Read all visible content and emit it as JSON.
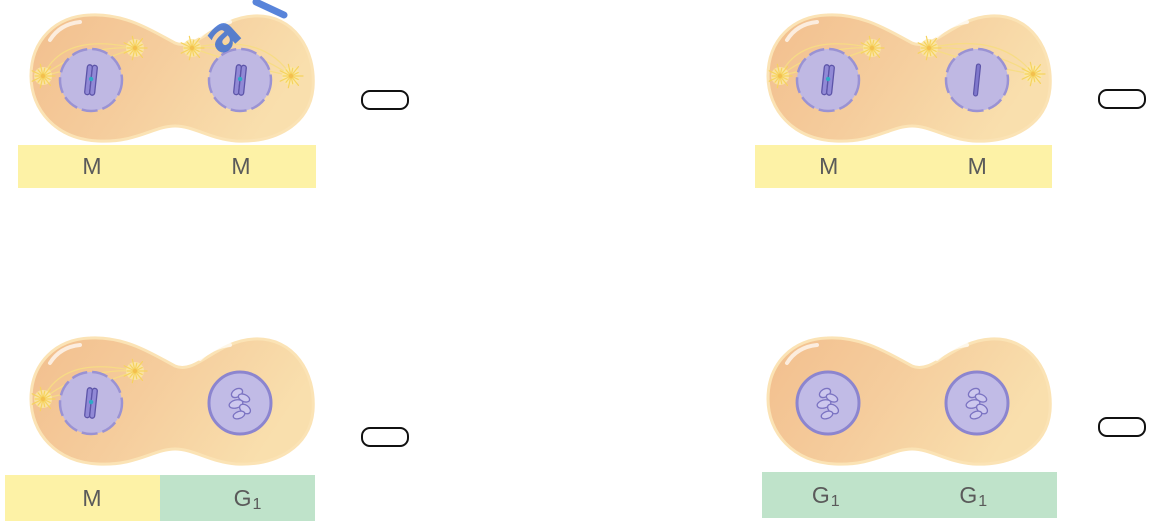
{
  "watermark": {
    "text": "a"
  },
  "colors": {
    "m_phase": "#fdf2a6",
    "g1_phase": "#bfe3ca"
  },
  "panels": [
    {
      "labels": [
        {
          "text": "M",
          "sub": ""
        },
        {
          "text": "M",
          "sub": ""
        }
      ],
      "colors": [
        "#fdf2a6",
        "#fdf2a6"
      ]
    },
    {
      "labels": [
        {
          "text": "M",
          "sub": ""
        },
        {
          "text": "M",
          "sub": ""
        }
      ],
      "colors": [
        "#fdf2a6",
        "#fdf2a6"
      ]
    },
    {
      "labels": [
        {
          "text": "M",
          "sub": ""
        },
        {
          "text": "G",
          "sub": "1"
        }
      ],
      "colors": [
        "#fdf2a6",
        "#bfe3ca"
      ]
    },
    {
      "labels": [
        {
          "text": "G",
          "sub": "1"
        },
        {
          "text": "G",
          "sub": "1"
        }
      ],
      "colors": [
        "#bfe3ca",
        "#bfe3ca"
      ]
    }
  ]
}
